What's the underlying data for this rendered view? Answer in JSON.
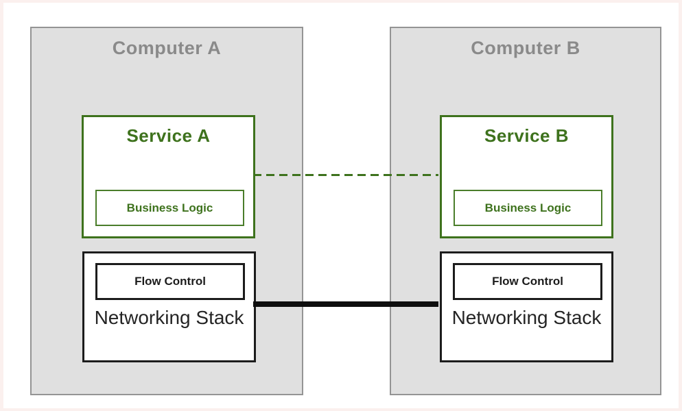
{
  "diagram": {
    "title": "distributed services flow-control diagram",
    "computers": [
      {
        "label": "Computer A",
        "service": {
          "title": "Service A",
          "component": "Business Logic"
        },
        "network": {
          "component": "Flow Control",
          "title": "Networking Stack"
        }
      },
      {
        "label": "Computer B",
        "service": {
          "title": "Service B",
          "component": "Business Logic"
        },
        "network": {
          "component": "Flow Control",
          "title": "Networking Stack"
        }
      }
    ],
    "connections": [
      {
        "name": "service-to-service",
        "style": "dashed",
        "color": "#3e721d"
      },
      {
        "name": "network-to-network",
        "style": "solid",
        "color": "#0e0e0e"
      }
    ],
    "colors": {
      "accent_green": "#3e721d",
      "computer_fill": "#e0e0e0",
      "computer_border": "#949494",
      "computer_label_text": "#8a8a8a",
      "black_border": "#1c1c1c",
      "page_frame": "#fbf0ee"
    }
  }
}
